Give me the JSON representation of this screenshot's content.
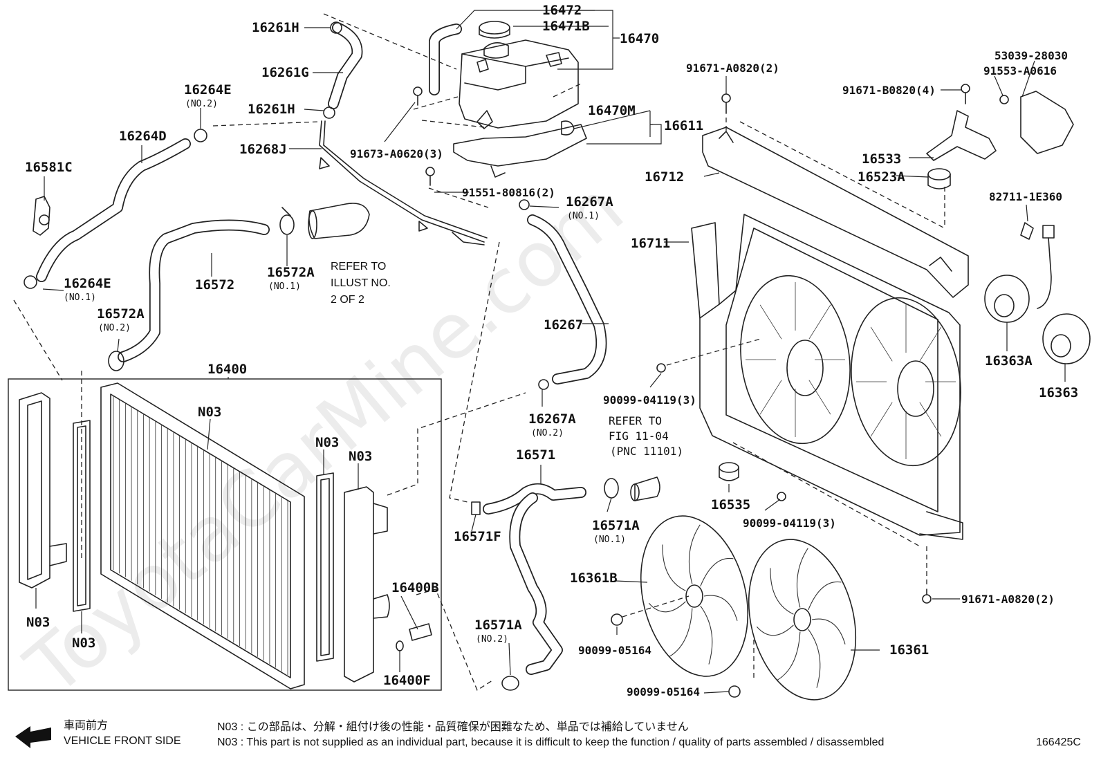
{
  "diagram": {
    "watermark": "ToyotaCarMine.com",
    "catalog_code": "166425C",
    "front_arrow": {
      "label_jp": "車両前方",
      "label_en": "VEHICLE FRONT SIDE"
    },
    "notes": [
      "N03 : この部品は、分解・組付け後の性能・品質確保が困難なため、単品では補給していません",
      "N03 : This part is not supplied as an individual part, because it is difficult to keep the function / quality of parts  assembled / disassembled"
    ],
    "labels": {
      "p16472": "16472",
      "p16471B": "16471B",
      "p16470": "16470",
      "p16261H_top": "16261H",
      "p16261G": "16261G",
      "p16261H_mid": "16261H",
      "p16264E_no2": "16264E",
      "p16264E_no2_sub": "(NO.2)",
      "p16264D": "16264D",
      "p16268J": "16268J",
      "p91673": "91673-A0620(3)",
      "p16470M": "16470M",
      "p16611": "16611",
      "p16581C": "16581C",
      "p91551": "91551-80816(2)",
      "p16267A_no1": "16267A",
      "p16267A_no1_sub": "(NO.1)",
      "p16264E_no1": "16264E",
      "p16264E_no1_sub": "(NO.1)",
      "p16572": "16572",
      "p16572A_no1": "16572A",
      "p16572A_no1_sub": "(NO.1)",
      "refer1_l1": "REFER TO",
      "refer1_l2": "ILLUST NO.",
      "refer1_l3": "2 OF 2",
      "p16572A_no2": "16572A",
      "p16572A_no2_sub": "(NO.2)",
      "p16267": "16267",
      "p16400": "16400",
      "n03_a": "N03",
      "n03_b": "N03",
      "n03_c": "N03",
      "n03_d": "N03",
      "n03_e": "N03",
      "p16267A_no2": "16267A",
      "p16267A_no2_sub": "(NO.2)",
      "refer2_l1": "REFER TO",
      "refer2_l2": "FIG 11-04",
      "refer2_l3": "(PNC 11101)",
      "p16571": "16571",
      "p16571F": "16571F",
      "p16571A_no1": "16571A",
      "p16571A_no1_sub": "(NO.1)",
      "p16400B": "16400B",
      "p16400F": "16400F",
      "p16571A_no2": "16571A",
      "p16571A_no2_sub": "(NO.2)",
      "p91671_top": "91671-A0820(2)",
      "p53039": "53039-28030",
      "p91553": "91553-A0616",
      "p91671B": "91671-B0820(4)",
      "p16712": "16712",
      "p16533": "16533",
      "p16523A": "16523A",
      "p82711": "82711-1E360",
      "p16711": "16711",
      "p16363A": "16363A",
      "p16363": "16363",
      "p90099_04119_a": "90099-04119(3)",
      "p16535": "16535",
      "p90099_04119_b": "90099-04119(3)",
      "p16361B": "16361B",
      "p91671_bot": "91671-A0820(2)",
      "p90099_05164_a": "90099-05164",
      "p16361": "16361",
      "p90099_05164_b": "90099-05164"
    }
  }
}
